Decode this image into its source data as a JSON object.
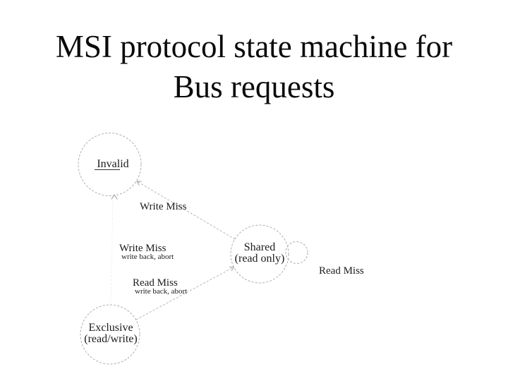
{
  "title": {
    "line1": "MSI protocol state machine for",
    "line2": "Bus requests"
  },
  "diagram": {
    "states": {
      "invalid": {
        "label": "Invalid"
      },
      "shared": {
        "label": "Shared",
        "sublabel": "(read only)"
      },
      "exclusive": {
        "label": "Exclusive",
        "sublabel": "(read/write)"
      }
    },
    "edges": {
      "shared_to_invalid": {
        "label": "Write Miss"
      },
      "exclusive_to_invalid": {
        "label": "Write Miss",
        "sublabel": "write back, abort"
      },
      "exclusive_to_shared": {
        "label": "Read Miss",
        "sublabel": "write back, abort"
      },
      "shared_self_loop": {
        "label": "Read Miss"
      }
    },
    "colors": {
      "title_text": "#0a0a0a",
      "label_text": "#1b1b1b",
      "stroke": "#adadad"
    }
  }
}
